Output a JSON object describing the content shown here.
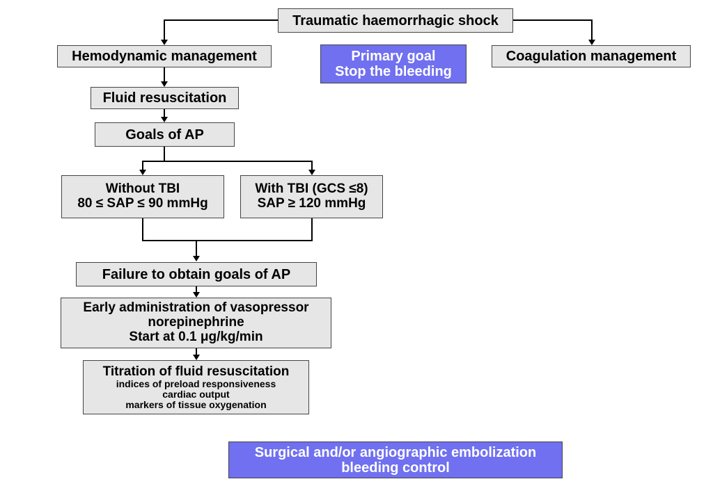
{
  "nodes": {
    "root": "Traumatic haemorrhagic shock",
    "hemodynamic": "Hemodynamic management",
    "primary_goal": [
      "Primary goal",
      "Stop the bleeding"
    ],
    "coagulation": "Coagulation management",
    "fluid": "Fluid resuscitation",
    "goals_ap": "Goals of AP",
    "without_tbi": [
      "Without TBI",
      "80 ≤ SAP ≤ 90 mmHg"
    ],
    "with_tbi": [
      "With TBI (GCS ≤8)",
      "SAP ≥ 120 mmHg"
    ],
    "failure": "Failure to obtain goals of AP",
    "vasopressor": [
      "Early administration of vasopressor",
      "norepinephrine",
      "Start at 0.1 μg/kg/min"
    ],
    "titration": {
      "title": "Titration of fluid resuscitation",
      "items": [
        "indices of preload responsiveness",
        "cardiac output",
        "markers of tissue oxygenation"
      ]
    },
    "surgical": [
      "Surgical and/or angiographic embolization",
      "bleeding control"
    ]
  },
  "colors": {
    "box_fill": "#e6e6e6",
    "highlight_fill": "#7070f0",
    "highlight_text": "#ffffff"
  }
}
